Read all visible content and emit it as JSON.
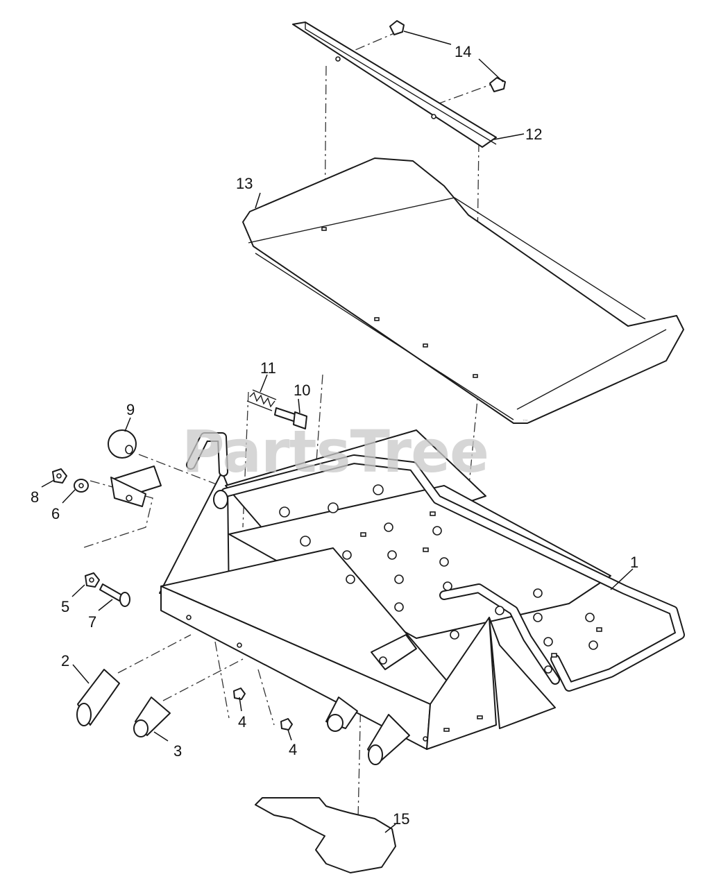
{
  "watermark": {
    "text": "PartsTree",
    "trademark": "™"
  },
  "callouts": [
    {
      "id": "callout-14-a",
      "label": "14"
    },
    {
      "id": "callout-12",
      "label": "12"
    },
    {
      "id": "callout-13",
      "label": "13"
    },
    {
      "id": "callout-11",
      "label": "11"
    },
    {
      "id": "callout-10",
      "label": "10"
    },
    {
      "id": "callout-9",
      "label": "9"
    },
    {
      "id": "callout-8",
      "label": "8"
    },
    {
      "id": "callout-6",
      "label": "6"
    },
    {
      "id": "callout-1",
      "label": "1"
    },
    {
      "id": "callout-5",
      "label": "5"
    },
    {
      "id": "callout-7",
      "label": "7"
    },
    {
      "id": "callout-2",
      "label": "2"
    },
    {
      "id": "callout-4-a",
      "label": "4"
    },
    {
      "id": "callout-4-b",
      "label": "4"
    },
    {
      "id": "callout-3",
      "label": "3"
    },
    {
      "id": "callout-15",
      "label": "15"
    }
  ]
}
